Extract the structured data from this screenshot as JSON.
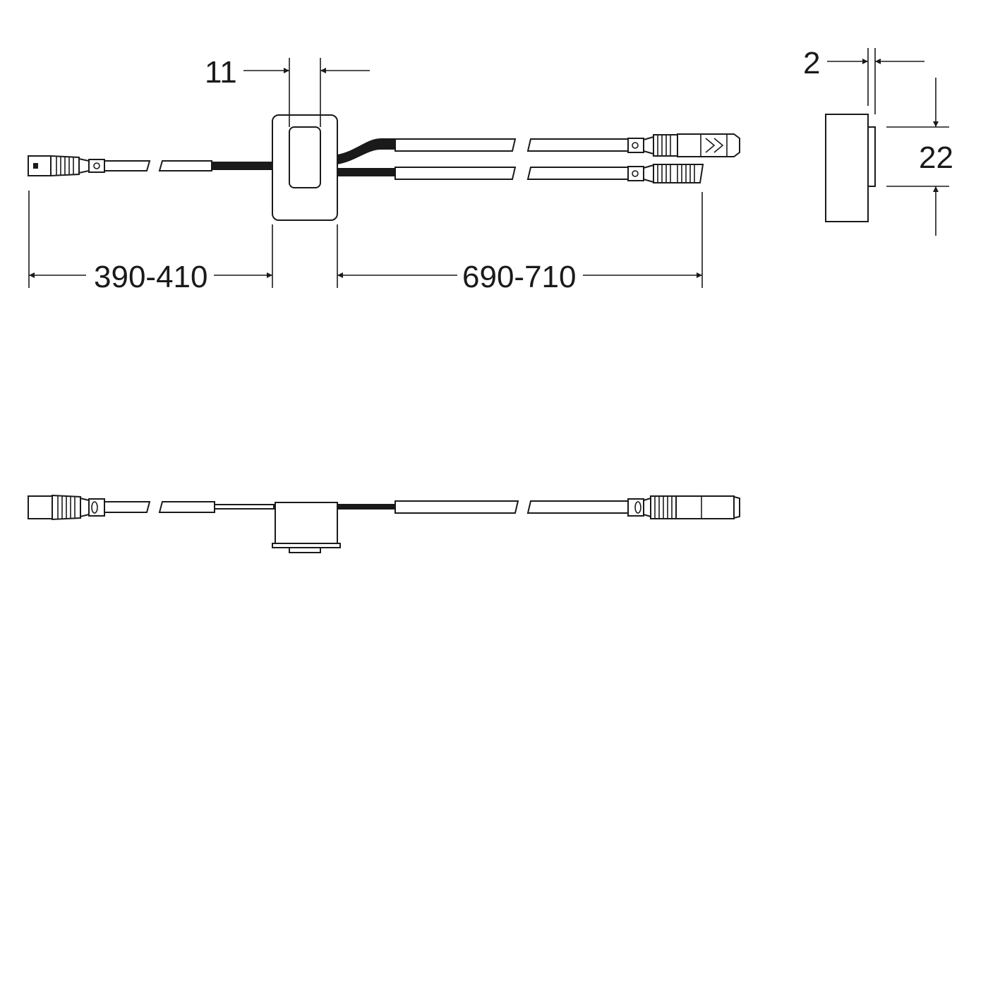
{
  "dimensions": {
    "window_width": "11",
    "left_cable_length": "390-410",
    "right_cable_length": "690-710",
    "side_flange": "2",
    "side_height": "22"
  },
  "icons": {
    "connector": "plug-connector-icon",
    "sensor": "sensor-module-icon"
  }
}
